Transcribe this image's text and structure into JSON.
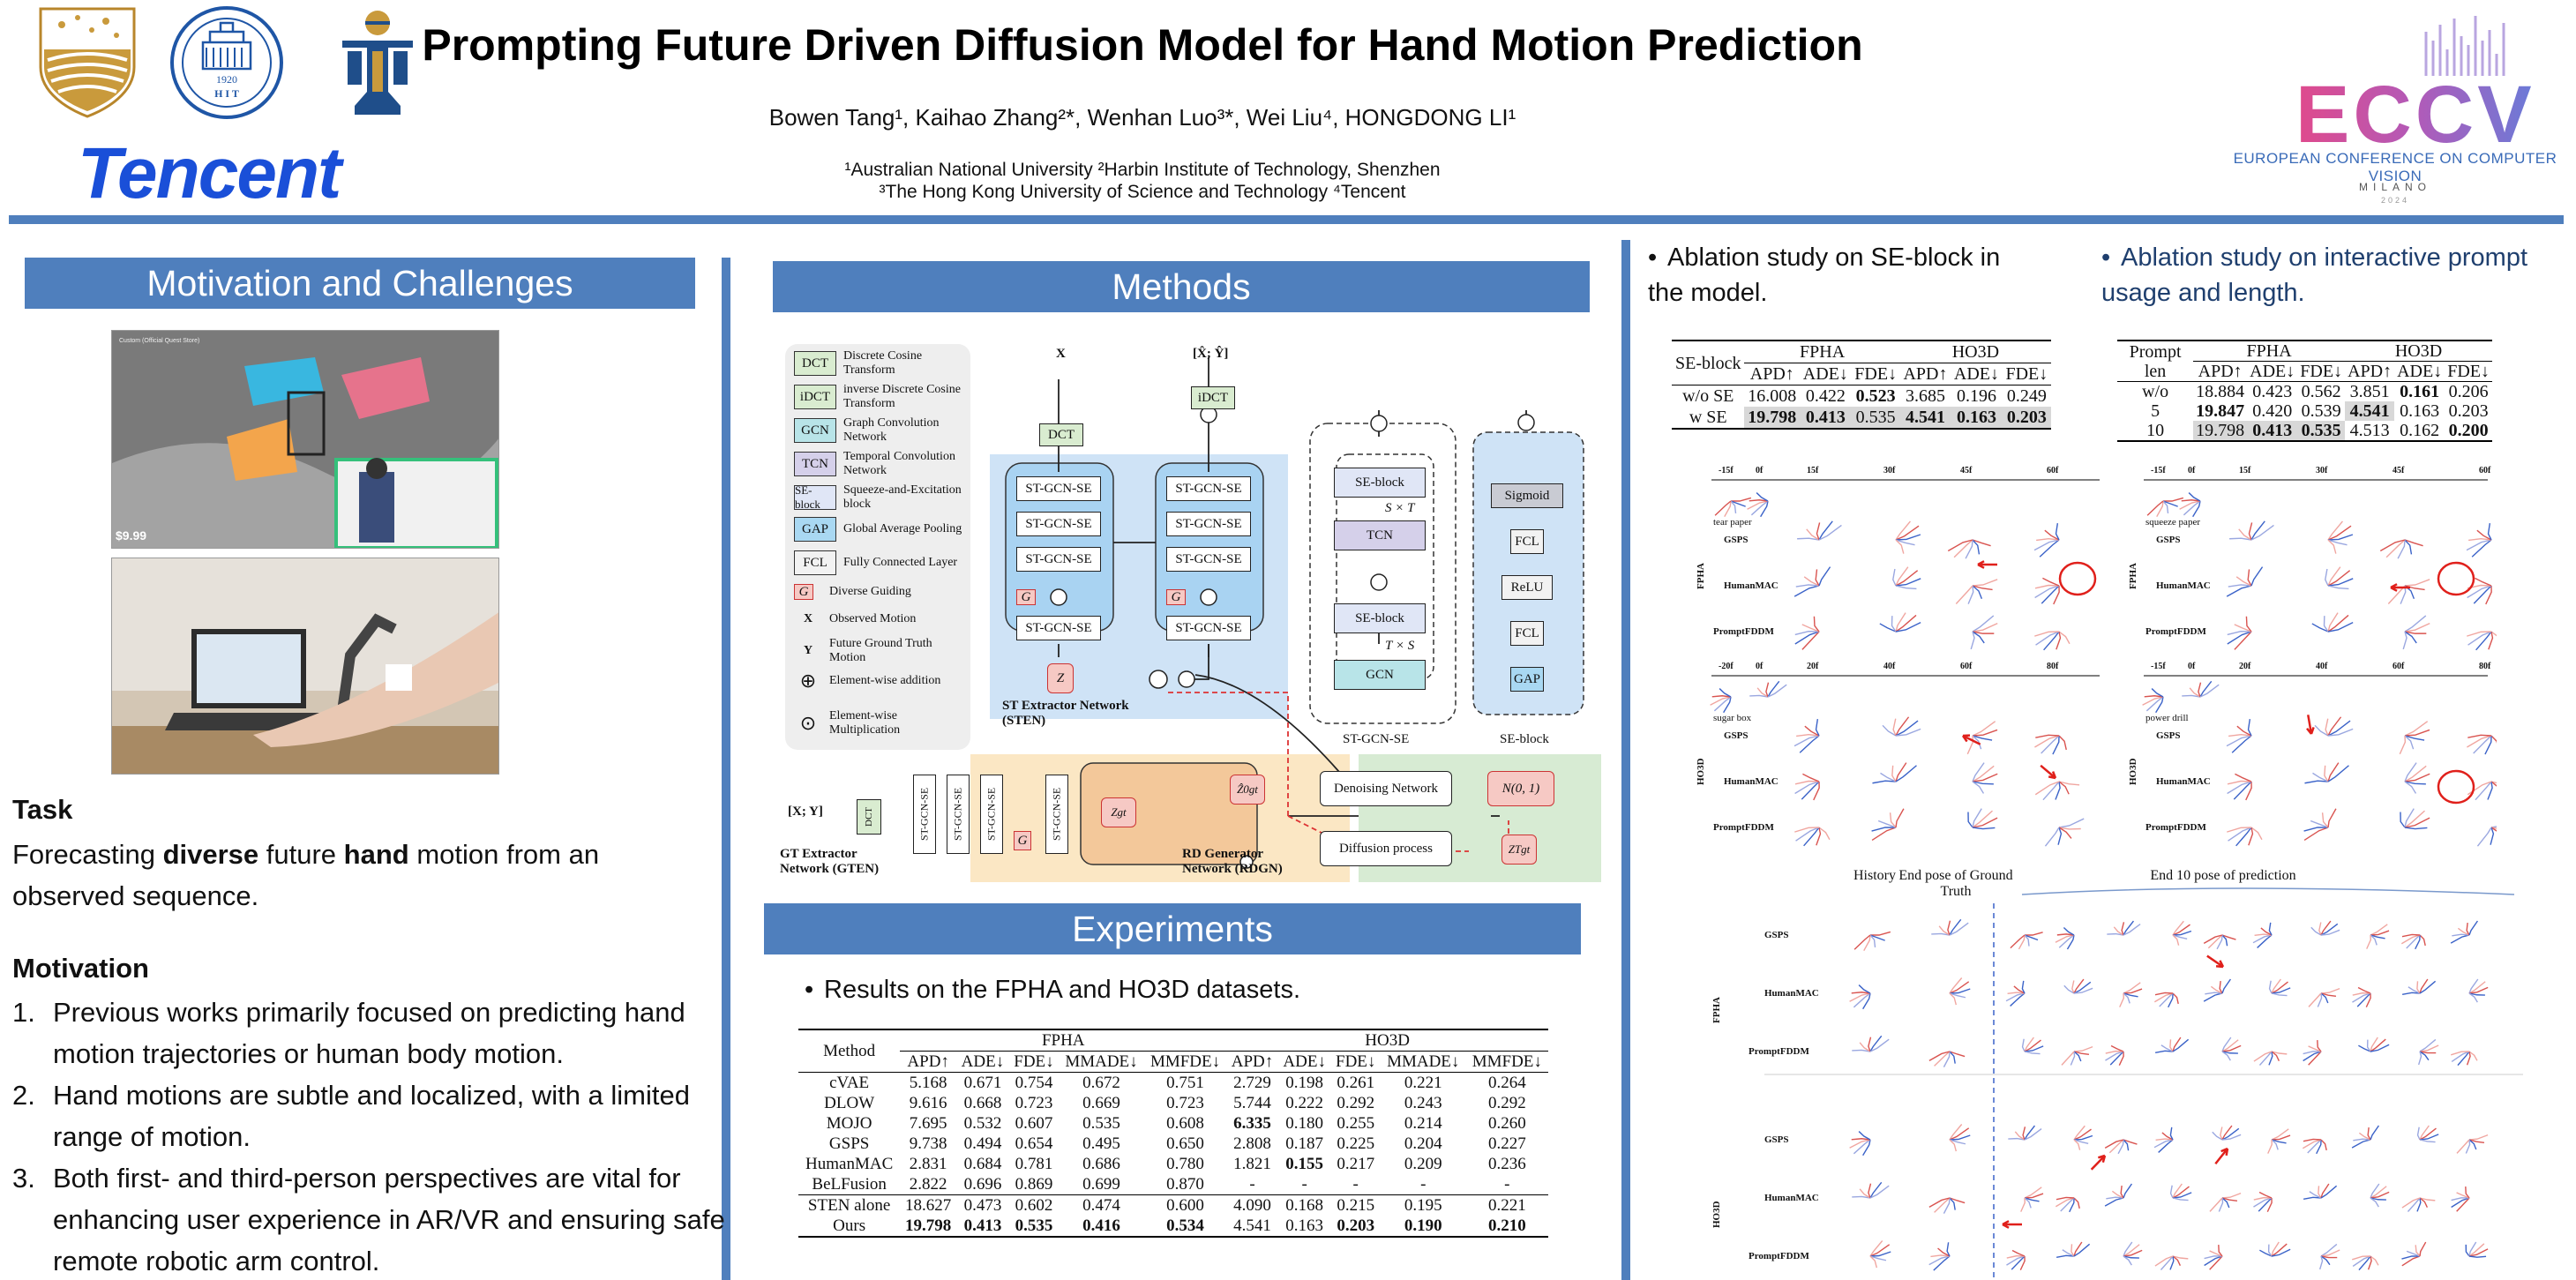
{
  "poster": {
    "title": "Prompting Future Driven Diffusion Model for Hand Motion Prediction",
    "authors": "Bowen Tang¹, Kaihao Zhang²*, Wenhan Luo³*, Wei Liu⁴, HONGDONG LI¹",
    "affiliation_line1": "¹Australian National University ²Harbin Institute of Technology, Shenzhen",
    "affiliation_line2": "³The Hong Kong University of Science and Technology ⁴Tencent"
  },
  "logos": {
    "tencent": "Tencent",
    "hit_year": "1920",
    "hit_abbr": "H I T",
    "eccv_mark": "ECCV",
    "eccv_full": "EUROPEAN CONFERENCE ON COMPUTER VISION",
    "eccv_city": "MILANO",
    "eccv_year": "2024"
  },
  "motivation_section": {
    "heading": "Motivation and Challenges",
    "photo_price": "$9.99",
    "photo_caption": "Custom (Official Quest Store)",
    "task_heading": "Task",
    "task_text_pre": "Forecasting ",
    "task_bold1": "diverse",
    "task_text_mid": " future ",
    "task_bold2": "hand",
    "task_text_post": " motion from an observed sequence.",
    "motivation_heading": "Motivation",
    "items": [
      {
        "num": "1.",
        "text": "Previous works primarily focused on predicting hand motion trajectories or human body motion."
      },
      {
        "num": "2.",
        "text": "Hand motions are subtle and localized, with a limited range of motion."
      },
      {
        "num": "3.",
        "text": "Both first- and third-person perspectives are vital for enhancing user experience in AR/VR and ensuring safe remote robotic arm control."
      }
    ]
  },
  "methods": {
    "heading": "Methods",
    "legend": [
      {
        "key": "DCT",
        "text": "Discrete Cosine Transform",
        "color": "#d9ecd0"
      },
      {
        "key": "iDCT",
        "text": "inverse Discrete Cosine Transform",
        "color": "#d9ecd0"
      },
      {
        "key": "GCN",
        "text": "Graph Convolution Network",
        "color": "#b8e4e8"
      },
      {
        "key": "TCN",
        "text": "Temporal Convolution Network",
        "color": "#d5d0ea"
      },
      {
        "key": "SE-block",
        "text": "Squeeze-and-Excitation block",
        "color": "#e0e6f6"
      },
      {
        "key": "GAP",
        "text": "Global Average Pooling",
        "color": "#a9d8f2"
      },
      {
        "key": "FCL",
        "text": "Fully Connected Layer",
        "color": "#f2f2f2"
      },
      {
        "key": "G",
        "text": "Diverse Guiding",
        "color": "#f6c9c4"
      },
      {
        "key": "X",
        "text": "Observed Motion",
        "color": ""
      },
      {
        "key": "Y",
        "text": "Future Ground Truth Motion",
        "color": ""
      },
      {
        "key": "⊕",
        "text": "Element-wise addition",
        "color": ""
      },
      {
        "key": "⊙",
        "text": "Element-wise Multiplication",
        "color": ""
      }
    ],
    "labels": {
      "x": "X",
      "xy_out": "[X̂; Ŷ]",
      "dct": "DCT",
      "idct": "iDCT",
      "st_gcn_se": "ST-GCN-SE",
      "z": "Z",
      "g": "G",
      "sten": "ST Extractor Network (STEN)",
      "se_block": "SE-block",
      "tcn": "TCN",
      "gcn": "GCN",
      "s_t": "S × T",
      "t_s": "T × S",
      "sigmoid": "Sigmoid",
      "fcl": "FCL",
      "relu": "ReLU",
      "gap": "GAP",
      "caption_stgcnse": "ST-GCN-SE",
      "caption_seblock": "SE-block",
      "gten_input": "[X; Y]",
      "gten": "GT Extractor Network (GTEN)",
      "z_gt": "Zgt",
      "z_hat": "Ẑ0gt",
      "denoise": "Denoising Network",
      "noise": "N(0, 1)",
      "diffusion": "Diffusion process",
      "z_t": "ZTgt",
      "rdgn": "RD Generator Network (RDGN)"
    }
  },
  "experiments": {
    "heading": "Experiments",
    "bullet": "Results on the FPHA and HO3D datasets.",
    "group_fpha": "FPHA",
    "group_ho3d": "HO3D",
    "method_header": "Method",
    "columns": [
      "APD↑",
      "ADE↓",
      "FDE↓",
      "MMADE↓",
      "MMFDE↓",
      "APD↑",
      "ADE↓",
      "FDE↓",
      "MMADE↓",
      "MMFDE↓"
    ],
    "rows": [
      {
        "method": "cVAE",
        "vals": [
          "5.168",
          "0.671",
          "0.754",
          "0.672",
          "0.751",
          "2.729",
          "0.198",
          "0.261",
          "0.221",
          "0.264"
        ],
        "bold": []
      },
      {
        "method": "DLOW",
        "vals": [
          "9.616",
          "0.668",
          "0.723",
          "0.669",
          "0.723",
          "5.744",
          "0.222",
          "0.292",
          "0.243",
          "0.292"
        ],
        "bold": []
      },
      {
        "method": "MOJO",
        "vals": [
          "7.695",
          "0.532",
          "0.607",
          "0.535",
          "0.608",
          "6.335",
          "0.180",
          "0.255",
          "0.214",
          "0.260"
        ],
        "bold": [
          5
        ]
      },
      {
        "method": "GSPS",
        "vals": [
          "9.738",
          "0.494",
          "0.654",
          "0.495",
          "0.650",
          "2.808",
          "0.187",
          "0.225",
          "0.204",
          "0.227"
        ],
        "bold": []
      },
      {
        "method": "HumanMAC",
        "vals": [
          "2.831",
          "0.684",
          "0.781",
          "0.686",
          "0.780",
          "1.821",
          "0.155",
          "0.217",
          "0.209",
          "0.236"
        ],
        "bold": [
          6
        ]
      },
      {
        "method": "BeLFusion",
        "vals": [
          "2.822",
          "0.696",
          "0.869",
          "0.699",
          "0.870",
          "-",
          "-",
          "-",
          "-",
          "-"
        ],
        "bold": []
      },
      {
        "method": "STEN alone",
        "vals": [
          "18.627",
          "0.473",
          "0.602",
          "0.474",
          "0.600",
          "4.090",
          "0.168",
          "0.215",
          "0.195",
          "0.221"
        ],
        "bold": []
      },
      {
        "method": "Ours",
        "vals": [
          "19.798",
          "0.413",
          "0.535",
          "0.416",
          "0.534",
          "4.541",
          "0.163",
          "0.203",
          "0.190",
          "0.210"
        ],
        "bold": [
          0,
          1,
          2,
          3,
          4,
          7,
          8,
          9
        ]
      }
    ]
  },
  "ablation_se": {
    "bullet": "Ablation study on SE-block in the model.",
    "header_first": "SE-block",
    "group_fpha": "FPHA",
    "group_ho3d": "HO3D",
    "columns": [
      "APD↑",
      "ADE↓",
      "FDE↓",
      "APD↑",
      "ADE↓",
      "FDE↓"
    ],
    "rows": [
      {
        "label": "w/o SE",
        "vals": [
          "16.008",
          "0.422",
          "0.523",
          "3.685",
          "0.196",
          "0.249"
        ],
        "bold": [
          2
        ]
      },
      {
        "label": "w SE",
        "vals": [
          "19.798",
          "0.413",
          "0.535",
          "4.541",
          "0.163",
          "0.203"
        ],
        "bold": [
          0,
          1,
          3,
          4,
          5
        ]
      }
    ]
  },
  "ablation_prompt": {
    "bullet": "Ablation study on interactive prompt usage and length.",
    "header_first": "Prompt len",
    "group_fpha": "FPHA",
    "group_ho3d": "HO3D",
    "columns": [
      "APD↑",
      "ADE↓",
      "FDE↓",
      "APD↑",
      "ADE↓",
      "FDE↓"
    ],
    "rows": [
      {
        "label": "w/o",
        "vals": [
          "18.884",
          "0.423",
          "0.562",
          "3.851",
          "0.161",
          "0.206"
        ],
        "bold": [
          4
        ]
      },
      {
        "label": "5",
        "vals": [
          "19.847",
          "0.420",
          "0.539",
          "4.541",
          "0.163",
          "0.203"
        ],
        "bold": [
          0,
          3
        ]
      },
      {
        "label": "10",
        "vals": [
          "19.798",
          "0.413",
          "0.535",
          "4.513",
          "0.162",
          "0.200"
        ],
        "bold": [
          1,
          2,
          5
        ]
      }
    ]
  },
  "visuals": {
    "frames_fpha_left": [
      "-15f",
      "0f",
      "15f",
      "30f",
      "45f",
      "60f"
    ],
    "frames_ho3d_left": [
      "-20f",
      "0f",
      "20f",
      "40f",
      "60f",
      "80f"
    ],
    "frames_fpha_right": [
      "-15f",
      "0f",
      "15f",
      "30f",
      "45f",
      "60f"
    ],
    "frames_ho3d_right": [
      "-15f",
      "0f",
      "20f",
      "40f",
      "60f",
      "80f"
    ],
    "methods": [
      "GSPS",
      "HumanMAC",
      "PromptFDDM"
    ],
    "dataset_fpha": "FPHA",
    "dataset_ho3d": "HO3D",
    "action_tear": "tear paper",
    "action_squeeze": "squeeze paper",
    "action_sugar": "sugar box",
    "action_drill": "power drill",
    "col_history": "History",
    "col_endpose": "End pose of Ground Truth",
    "col_end10": "End 10 pose of prediction"
  }
}
